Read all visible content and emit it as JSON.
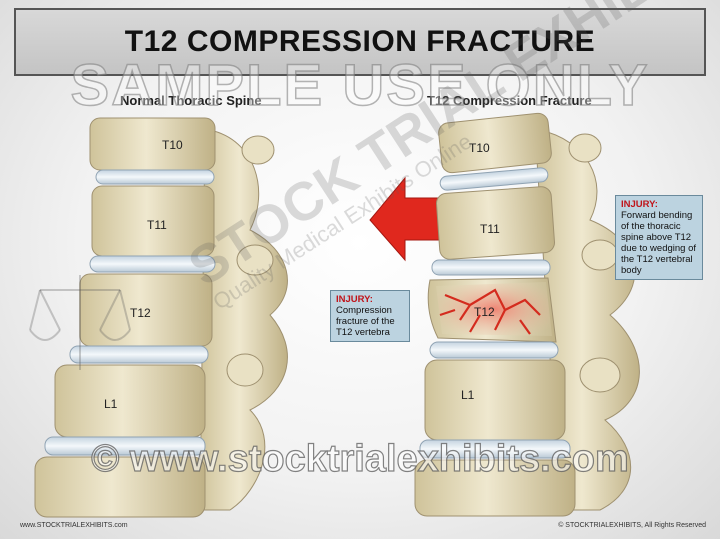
{
  "title": "T12 COMPRESSION FRACTURE",
  "watermark_top": "SAMPLE USE ONLY",
  "watermark_bottom": "© www.stocktrialexhibits.com",
  "watermark_diagonal": {
    "line1": "STOCK TRIAL EXHIBITS",
    "line2": "Quality Medical Exhibits Online"
  },
  "left_panel": {
    "label": "Normal Thoracic Spine",
    "vertebrae": [
      "T10",
      "T11",
      "T12",
      "L1"
    ]
  },
  "right_panel": {
    "label": "T12 Compression Fracture",
    "vertebrae": [
      "T10",
      "T11",
      "T12",
      "L1"
    ]
  },
  "injury_boxes": [
    {
      "heading": "INJURY:",
      "text": "Compression fracture of the T12 vertebra"
    },
    {
      "heading": "INJURY:",
      "text": "Forward bending of the thoracic spine above T12 due to wedging of the T12 vertebral body"
    }
  ],
  "footer": {
    "left": "www.STOCKTRIALEXHIBITS.com",
    "right": "© STOCKTRIALEXHIBITS, All Rights Reserved"
  },
  "colors": {
    "bone": "#e6ddbf",
    "bone_shadow": "#b9ac82",
    "disc": "#dce7f0",
    "arrow": "#e0281e",
    "fracture": "#d42b1e",
    "injury_box": "#bcd3e0"
  }
}
